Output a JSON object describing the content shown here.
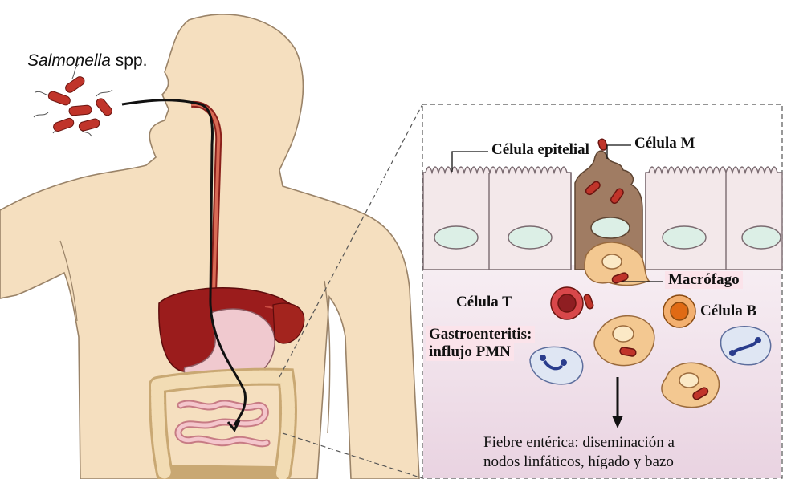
{
  "pathogen": {
    "name": "Salmonella",
    "suffix": " spp."
  },
  "labels": {
    "epithelial_cell": "Célula epitelial",
    "m_cell": "Célula M",
    "macrophage": "Macrófago",
    "t_cell": "Célula T",
    "b_cell": "Célula B",
    "gastroenteritis_line1": "Gastroenteritis:",
    "gastroenteritis_line2": "influjo PMN",
    "fever_line1": "Fiebre entérica: diseminación a",
    "fever_line2": "nodos linfáticos, hígado y bazo"
  },
  "colors": {
    "body": "#f5dfbf",
    "body_outline": "#9a8368",
    "liver": "#9b1c1c",
    "bacteria": "#c0342a",
    "m_cell": "#a07c63",
    "epithelium": "#f3e8ea",
    "macrophage": "#f3c891",
    "lamina": "#f4e6ee"
  }
}
